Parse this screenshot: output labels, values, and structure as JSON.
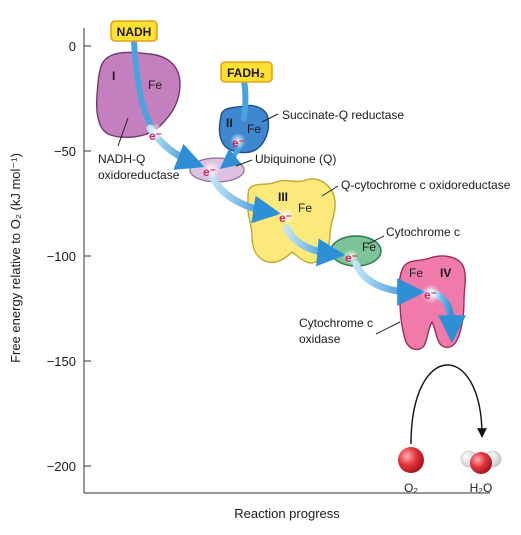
{
  "axes": {
    "y_label": "Free energy relative to O₂ (kJ mol⁻¹)",
    "x_label": "Reaction progress",
    "y_ticks": [
      "0",
      "−50",
      "−100",
      "−150",
      "−200"
    ]
  },
  "donors": {
    "nadh": "NADH",
    "fadh2": "FADH₂"
  },
  "complexes": {
    "complex_1": {
      "numeral": "I",
      "metal": "Fe",
      "label_line1": "NADH-Q",
      "label_line2": "oxidoreductase"
    },
    "complex_2": {
      "numeral": "II",
      "metal": "Fe",
      "label": "Succinate-Q reductase"
    },
    "ubiquinone": {
      "label": "Ubiquinone (Q)"
    },
    "complex_3": {
      "numeral": "III",
      "metal": "Fe",
      "label": "Q-cytochrome c oxidoreductase"
    },
    "cytochrome_c": {
      "metal": "Fe",
      "label": "Cytochrome c"
    },
    "complex_4": {
      "numeral": "IV",
      "metal": "Fe",
      "label_line1": "Cytochrome c",
      "label_line2": "oxidase"
    }
  },
  "electron": "e⁻",
  "molecules": {
    "oxygen": "O₂",
    "water": "H₂O"
  },
  "colors": {
    "donor_fill": "#ffe033",
    "donor_border": "#e3a21a",
    "complex_1": "#c47fbf",
    "complex_2": "#3f87cf",
    "ubiquinone": "#dcc1e0",
    "complex_3": "#fbe97c",
    "cytochrome_c": "#7cc497",
    "complex_4": "#f07aa9",
    "arrow": "#4aa3df",
    "oxygen": "#dd2a33"
  }
}
